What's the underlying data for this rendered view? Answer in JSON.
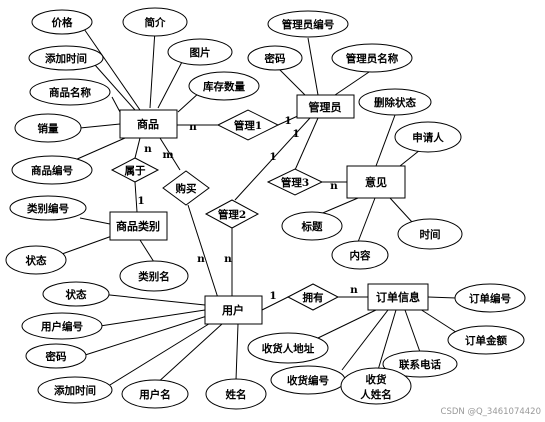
{
  "diagram": {
    "entities": {
      "goods": "商品",
      "admin": "管理员",
      "opinion": "意见",
      "category": "商品类别",
      "user": "用户",
      "order": "订单信息"
    },
    "relationships": {
      "manage1": "管理1",
      "manage3": "管理3",
      "manage2": "管理2",
      "belongs": "属于",
      "buy": "购买",
      "own": "拥有"
    },
    "attributes": {
      "price": "价格",
      "intro": "简介",
      "image": "图片",
      "stock": "库存数量",
      "goods_add_time": "添加时间",
      "goods_name": "商品名称",
      "sales": "销量",
      "goods_no": "商品编号",
      "admin_no": "管理员编号",
      "admin_pwd": "密码",
      "admin_name": "管理员名称",
      "del_status": "删除状态",
      "applicant": "申请人",
      "title": "标题",
      "content": "内容",
      "op_time": "时间",
      "cat_no": "类别编号",
      "cat_status": "状态",
      "cat_name": "类别名",
      "user_status": "状态",
      "user_no": "用户编号",
      "user_pwd": "密码",
      "user_add_time": "添加时间",
      "username": "用户名",
      "realname": "姓名",
      "order_no": "订单编号",
      "recv_addr": "收货人地址",
      "order_amount": "订单金额",
      "contact": "联系电话",
      "recv_no": "收货编号",
      "recv_name_1": "收货",
      "recv_name_2": "人姓名"
    },
    "cardinalities": {
      "c_goods_m1": "n",
      "c_admin_m1": "1",
      "c_admin_m3": "1",
      "c_opinion_m3": "n",
      "c_goods_belongs": "n",
      "c_cat_belongs": "1",
      "c_goods_buy": "m",
      "c_user_buy": "n",
      "c_admin_m2": "1",
      "c_user_m2": "n",
      "c_user_own": "1",
      "c_order_own": "n"
    },
    "watermark": "CSDN @Q_3461074420"
  }
}
